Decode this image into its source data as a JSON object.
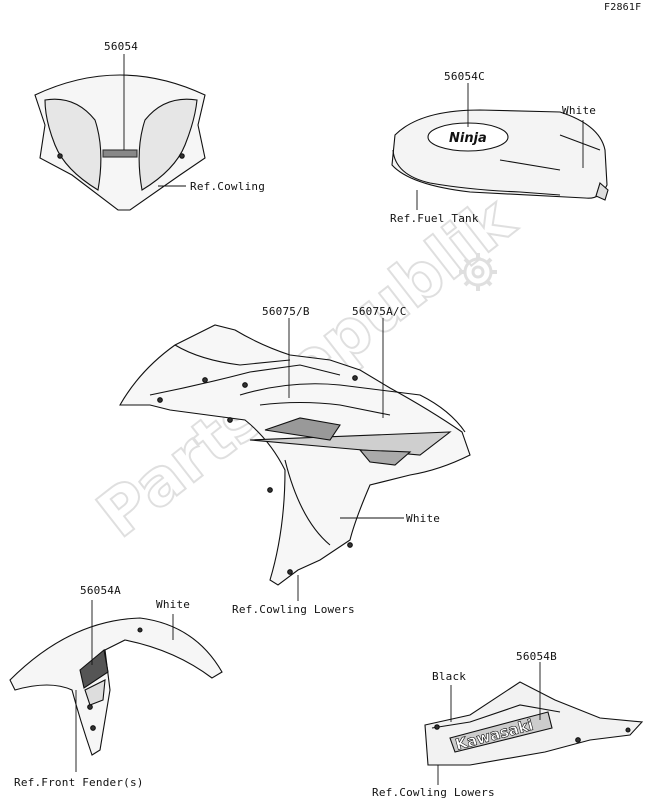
{
  "figure_code": "F2861F",
  "watermark": "PartsRepublik",
  "parts": {
    "windshield_decal": {
      "part_no": "56054",
      "ref": "Ref.Cowling"
    },
    "tank_decal": {
      "part_no": "56054C",
      "color": "White",
      "ref": "Ref.Fuel Tank",
      "logo": "Ninja"
    },
    "cowling_decals": {
      "part_no_1": "56075/B",
      "part_no_2": "56075A/C",
      "color": "White",
      "ref": "Ref.Cowling Lowers"
    },
    "fender_decal": {
      "part_no": "56054A",
      "color": "White",
      "ref": "Ref.Front Fender(s)"
    },
    "lower_decal": {
      "part_no": "56054B",
      "color": "Black",
      "ref": "Ref.Cowling Lowers",
      "logo": "Kawasaki"
    }
  }
}
